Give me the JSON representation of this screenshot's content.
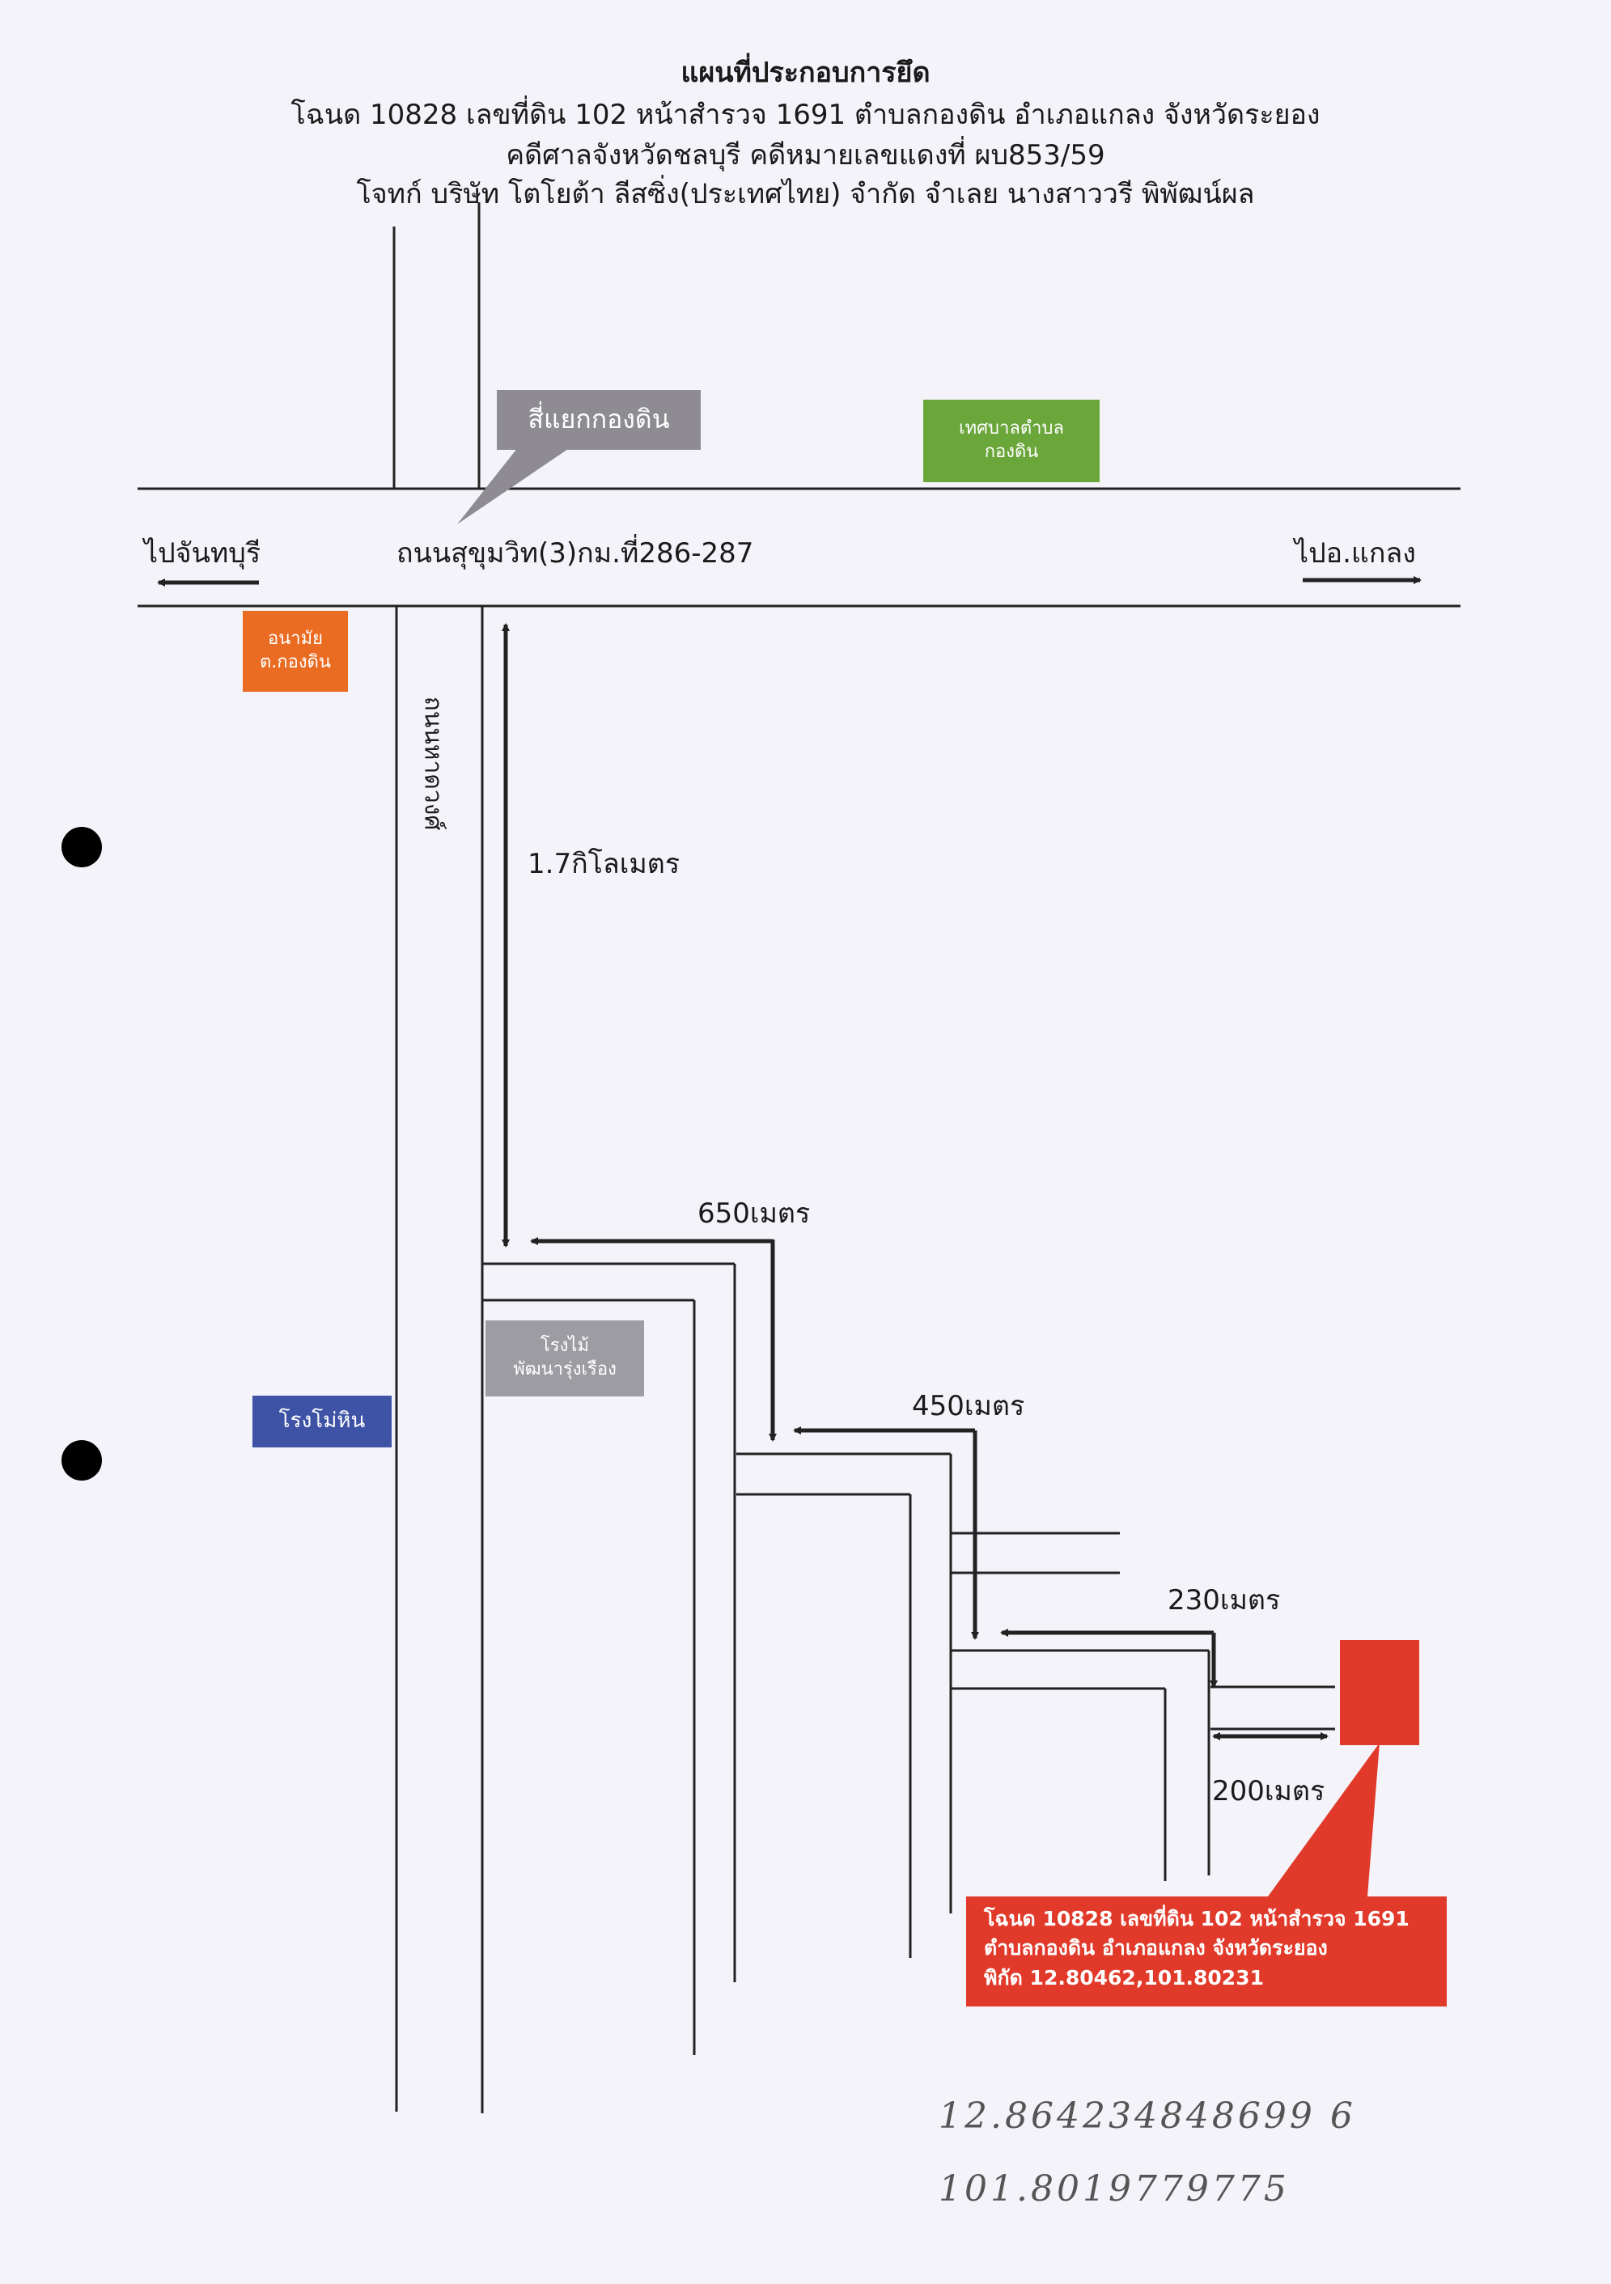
{
  "header": {
    "title": "แผนที่ประกอบการยึด",
    "line2": "โฉนด 10828 เลขที่ดิน 102 หน้าสำรวจ 1691 ตำบลกองดิน อำเภอแกลง จังหวัดระยอง",
    "line3": "คดีศาลจังหวัดชลบุรี คดีหมายเลขแดงที่ ผบ853/59",
    "line4": "โจทก์ บริษัท โตโยต้า ลีสซิ่ง(ประเทศไทย) จำกัด  จำเลย นางสาววรี พิพัฒน์ผล"
  },
  "map": {
    "intersection_label": "สี่แยกกองดิน",
    "municipality_label": "เทศบาลตำบล\nกองดิน",
    "health_center_label": "อนามัย\nต.กองดิน",
    "sawmill_label": "โรงไม้\nพัฒนารุ่งเรือง",
    "stone_mill_label": "โรงโม่หิน",
    "main_road_label": "ถนนสุขุมวิท(3)กม.ที่286-287",
    "to_west_label": "ไปจันทบุรี",
    "to_east_label": "ไปอ.แกลง",
    "side_road_label": "ถนนหาดวงศ์",
    "dist_1": "1.7กิโลเมตร",
    "dist_2": "650เมตร",
    "dist_3": "450เมตร",
    "dist_4": "230เมตร",
    "dist_5": "200เมตร"
  },
  "target": {
    "line1": "โฉนด 10828 เลขที่ดิน 102 หน้าสำรวจ 1691",
    "line2": "ตำบลกองดิน อำเภอแกลง จังหวัดระยอง",
    "line3": "พิกัด 12.80462,101.80231"
  },
  "handwriting": {
    "line1": "12.864234848699 6",
    "line2": "101.8019779775"
  },
  "colors": {
    "intersection": "#8e8c92",
    "municipality": "#6aa63a",
    "health_center": "#ea6b22",
    "sawmill": "#9c9ca2",
    "stone_mill": "#3e52a6",
    "target": "#e13a2a"
  }
}
